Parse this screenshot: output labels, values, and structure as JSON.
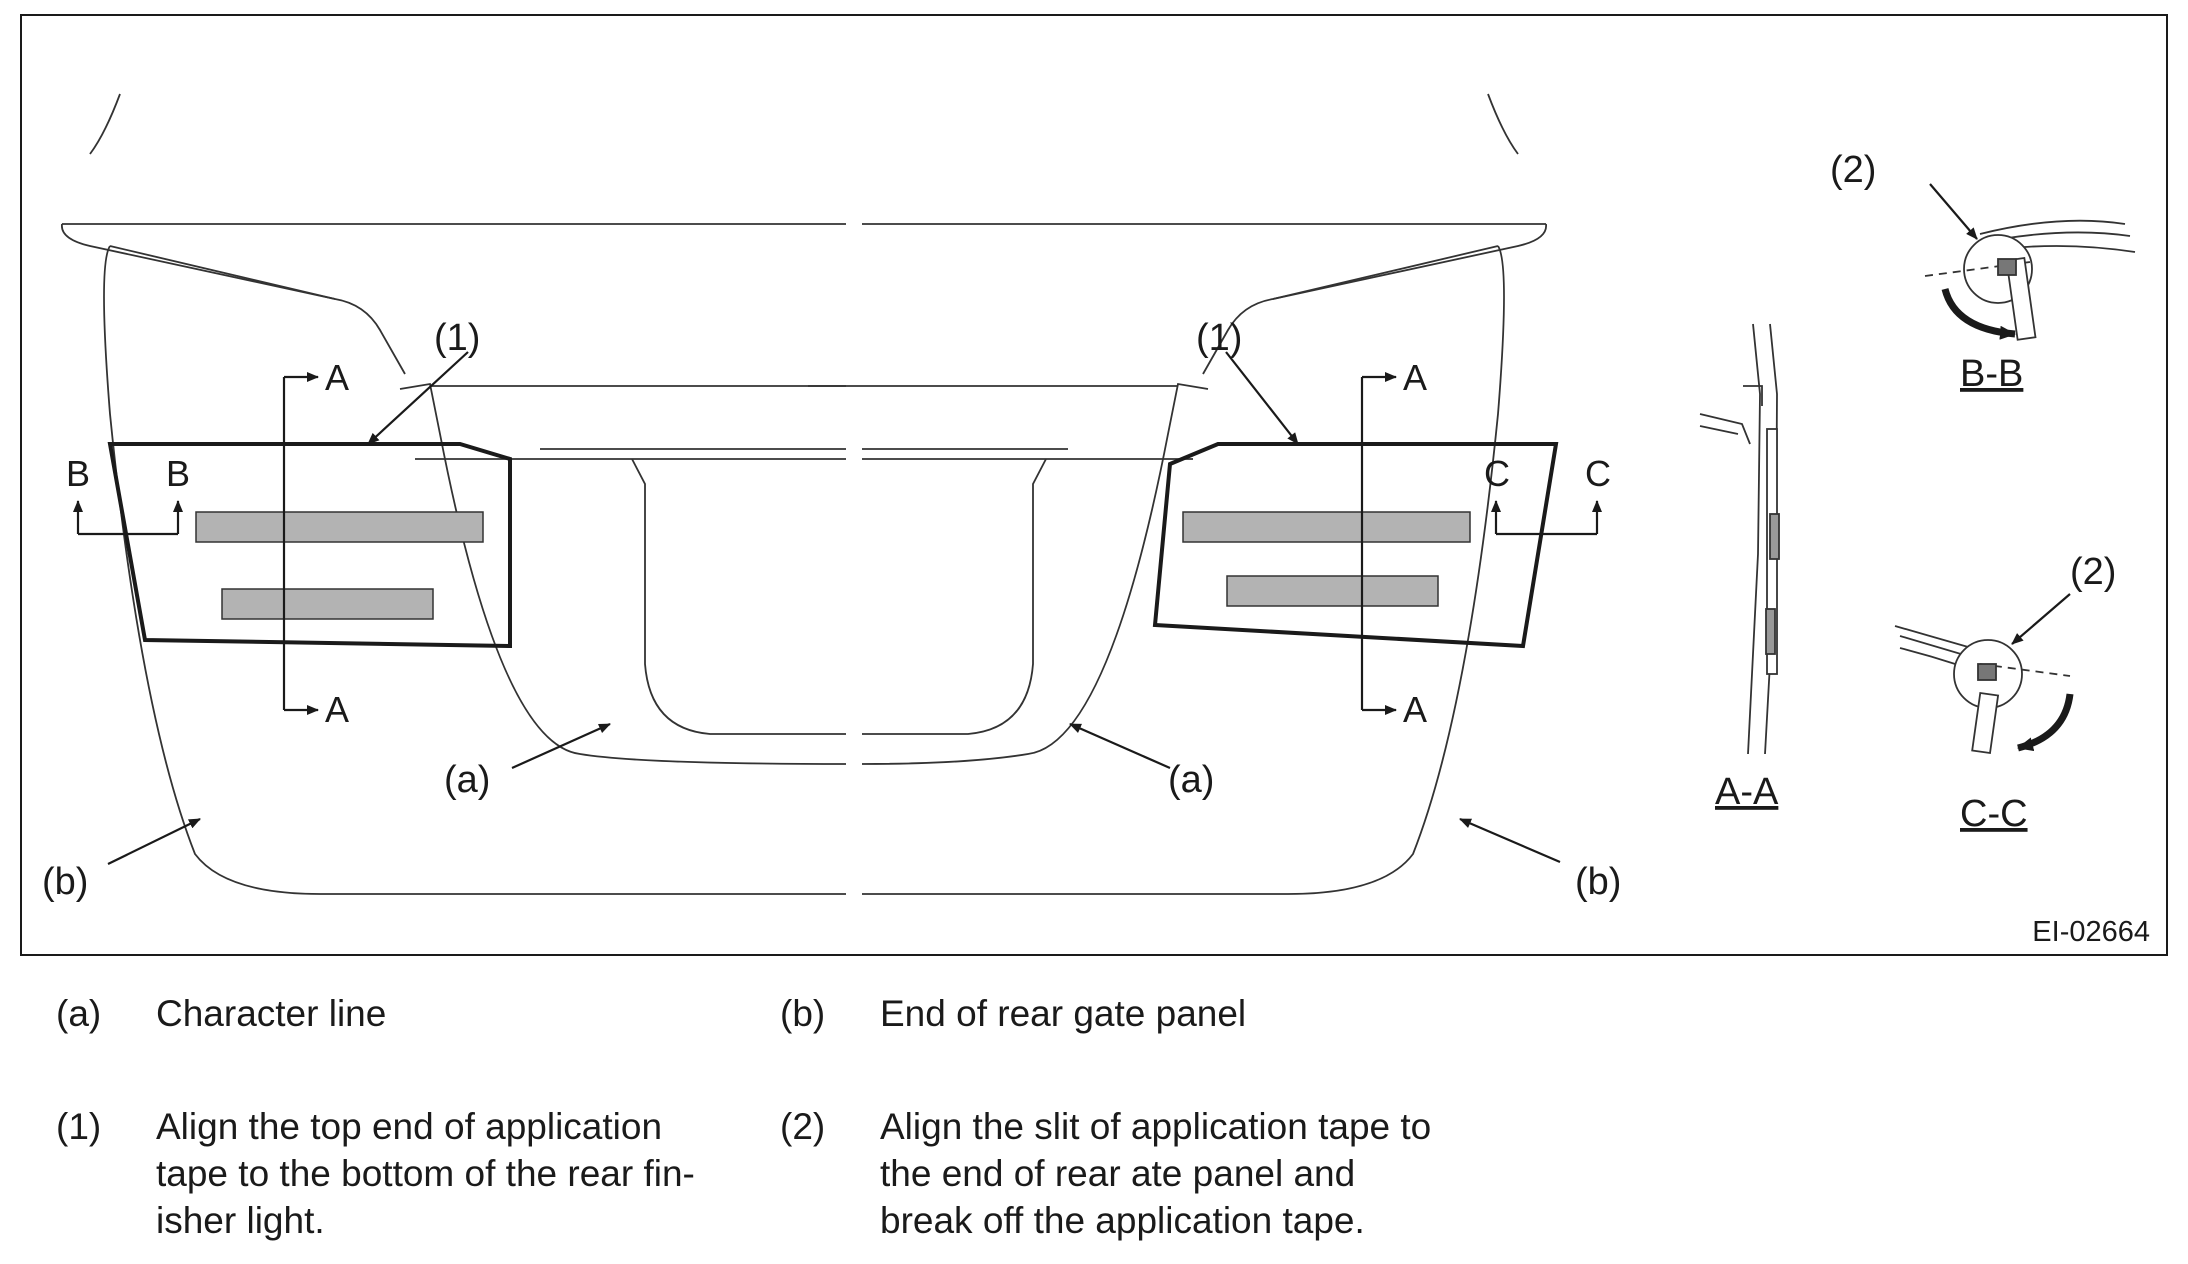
{
  "figure_id": "EI-02664",
  "labels": {
    "a": "(a)",
    "b": "(b)",
    "one": "(1)",
    "two": "(2)",
    "A": "A",
    "B": "B",
    "C": "C"
  },
  "sections": {
    "aa": "A-A",
    "bb": "B-B",
    "cc": "C-C"
  },
  "legend": [
    {
      "key": "(a)",
      "text": "Character line"
    },
    {
      "key": "(b)",
      "text": "End of rear gate panel"
    },
    {
      "key": "(1)",
      "text": "Align the top end of application\ntape to the bottom of the rear fin-\nisher light."
    },
    {
      "key": "(2)",
      "text": "Align the slit of application tape to\nthe end of rear ate panel and\nbreak off the application tape."
    }
  ]
}
